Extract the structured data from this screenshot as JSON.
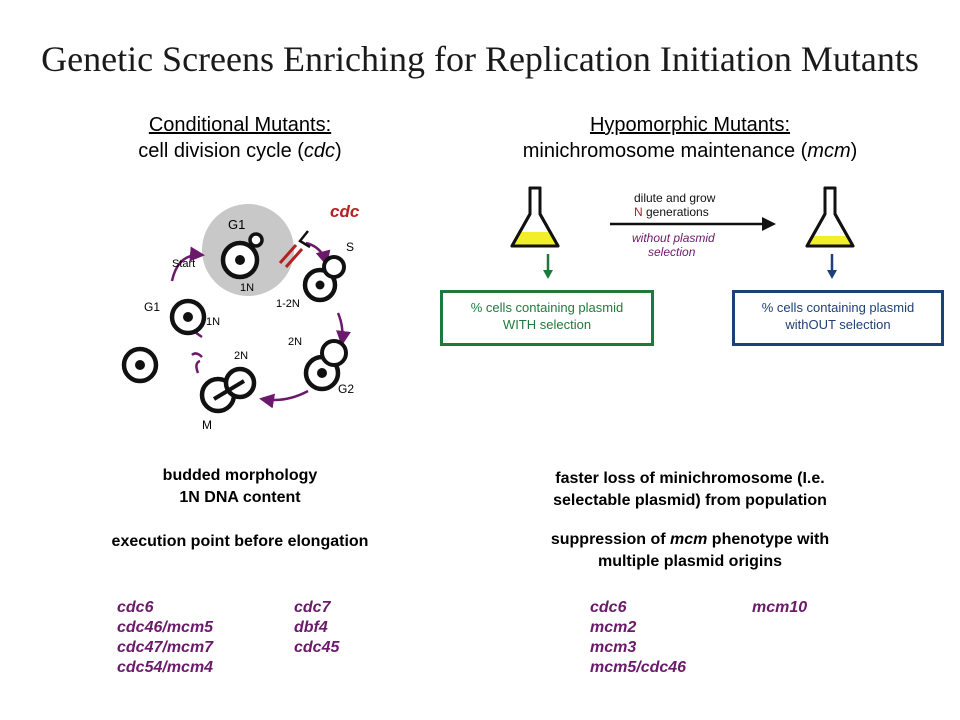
{
  "title": "Genetic Screens Enriching for Replication Initiation Mutants",
  "left": {
    "heading_line1": "Conditional Mutants:",
    "heading_line2_pre": "cell division cycle (",
    "heading_line2_italic": "cdc",
    "heading_line2_post": ")",
    "cycle_labels": {
      "cdc": "cdc",
      "g1_top": "G1",
      "start": "Start",
      "n1_top": "1N",
      "s": "S",
      "n12": "1-2N",
      "g1_left": "G1",
      "n1_left": "1N",
      "n2_right": "2N",
      "g2": "G2",
      "n2_bottom": "2N",
      "m": "M"
    },
    "phenotype_line1": "budded morphology",
    "phenotype_line2": "1N DNA content",
    "execution": "execution point before elongation",
    "genes_col1": [
      "cdc6",
      "cdc46/mcm5",
      "cdc47/mcm7",
      "cdc54/mcm4"
    ],
    "genes_col2": [
      "cdc7",
      "dbf4",
      "cdc45"
    ]
  },
  "right": {
    "heading_line1": "Hypomorphic Mutants:",
    "heading_line2_pre": "minichromosome maintenance (",
    "heading_line2_italic": "mcm",
    "heading_line2_post": ")",
    "arrow_labels": {
      "line1": "dilute and grow",
      "line2_n": "N",
      "line2_rest": " generations",
      "line3": "without plasmid",
      "line4": "selection"
    },
    "box_with_line1": "% cells containing plasmid",
    "box_with_line2": "WITH selection",
    "box_without_line1": "% cells containing plasmid",
    "box_without_line2": "withOUT selection",
    "phenotype_line1": "faster loss of minichromosome (I.e.",
    "phenotype_line2": "selectable plasmid) from population",
    "suppression_pre": "suppression of ",
    "suppression_italic": "mcm",
    "suppression_post": " phenotype with",
    "suppression_line2": "multiple plasmid origins",
    "genes_col1": [
      "cdc6",
      "mcm2",
      "mcm3",
      "mcm5/cdc46"
    ],
    "genes_col2": [
      "mcm10"
    ]
  },
  "colors": {
    "gene_text": "#6b1a6b",
    "green_box": "#1e7a3c",
    "blue_box": "#1f3f78",
    "cdc_red": "#b52020",
    "cycle_arrow": "#6b1a6b",
    "flask_fill": "#f2ef2a"
  }
}
